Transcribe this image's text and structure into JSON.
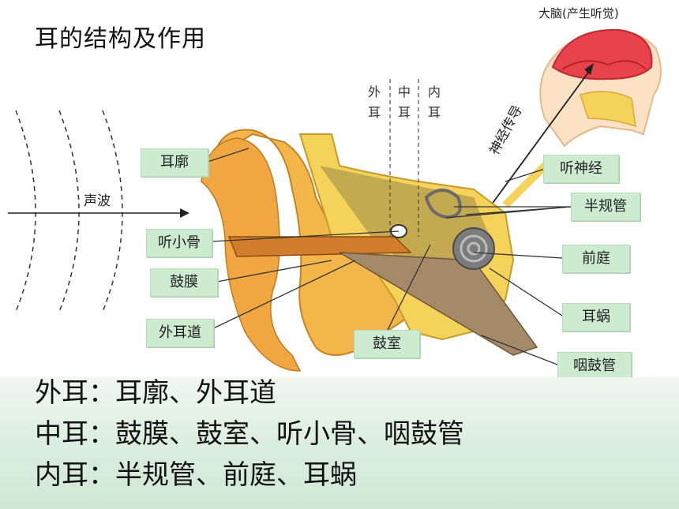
{
  "title": "耳的结构及作用",
  "brain_caption": "大脑(产生听觉)",
  "regions": {
    "outer": "外耳",
    "middle": "中耳",
    "inner": "内耳"
  },
  "sound_wave": "声波",
  "nerve_transmission": "神经传导",
  "labels": {
    "pinna": "耳廓",
    "ossicles": "听小骨",
    "eardrum": "鼓膜",
    "ear_canal": "外耳道",
    "tympanic_cavity": "鼓室",
    "auditory_nerve": "听神经",
    "semicircular_canals": "半规管",
    "vestibule": "前庭",
    "cochlea": "耳蜗",
    "eustachian_tube": "咽鼓管"
  },
  "summary": {
    "outer": "外耳：耳廓、外耳道",
    "middle": "中耳：鼓膜、鼓室、听小骨、咽鼓管",
    "inner": "内耳：半规管、前庭、耳蜗"
  },
  "colors": {
    "label_bg": "#cdebd0",
    "skin": "#f2b64a",
    "bone": "#f5d25a",
    "brain": "#e8424d"
  }
}
